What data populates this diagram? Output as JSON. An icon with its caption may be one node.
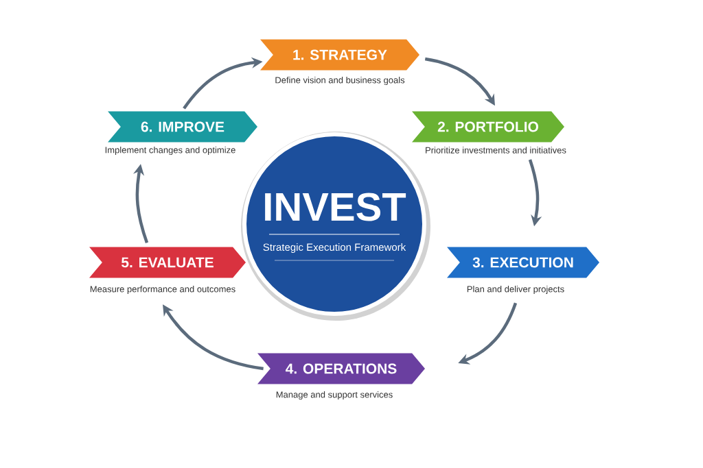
{
  "diagram": {
    "nodes": [
      {
        "text": [
          "INVEST",
          "Strategic Execution Framework"
        ]
      },
      {
        "text": [
          "1. STRATEGY"
        ],
        "beside": [
          "Define vision and business goals"
        ]
      },
      {
        "text": [
          "2. PORTFOLIO"
        ],
        "beside": [
          "Prioritize investments and initiatives"
        ]
      },
      {
        "text": [
          "3. EXECUTION"
        ],
        "beside": [
          "Plan and deliver projects"
        ]
      },
      {
        "text": [
          "4. OPERATIONS"
        ],
        "beside": [
          "Manage and support services"
        ]
      },
      {
        "text": [
          "5. EVALUATE"
        ],
        "beside": [
          "Measure performance and outcomes"
        ]
      },
      {
        "text": [
          "6. IMPROVE"
        ],
        "beside": [
          "Implement changes and optimize"
        ]
      }
    ],
    "edges": [
      {
        "from": 1,
        "to": 2,
        "arrow": "to"
      },
      {
        "from": 2,
        "to": 3,
        "arrow": "to"
      },
      {
        "from": 3,
        "to": 4,
        "arrow": "to"
      },
      {
        "from": 4,
        "to": 5,
        "arrow": "to"
      },
      {
        "from": 5,
        "to": 6,
        "arrow": "to"
      },
      {
        "from": 6,
        "to": 1,
        "arrow": "to"
      }
    ]
  }
}
